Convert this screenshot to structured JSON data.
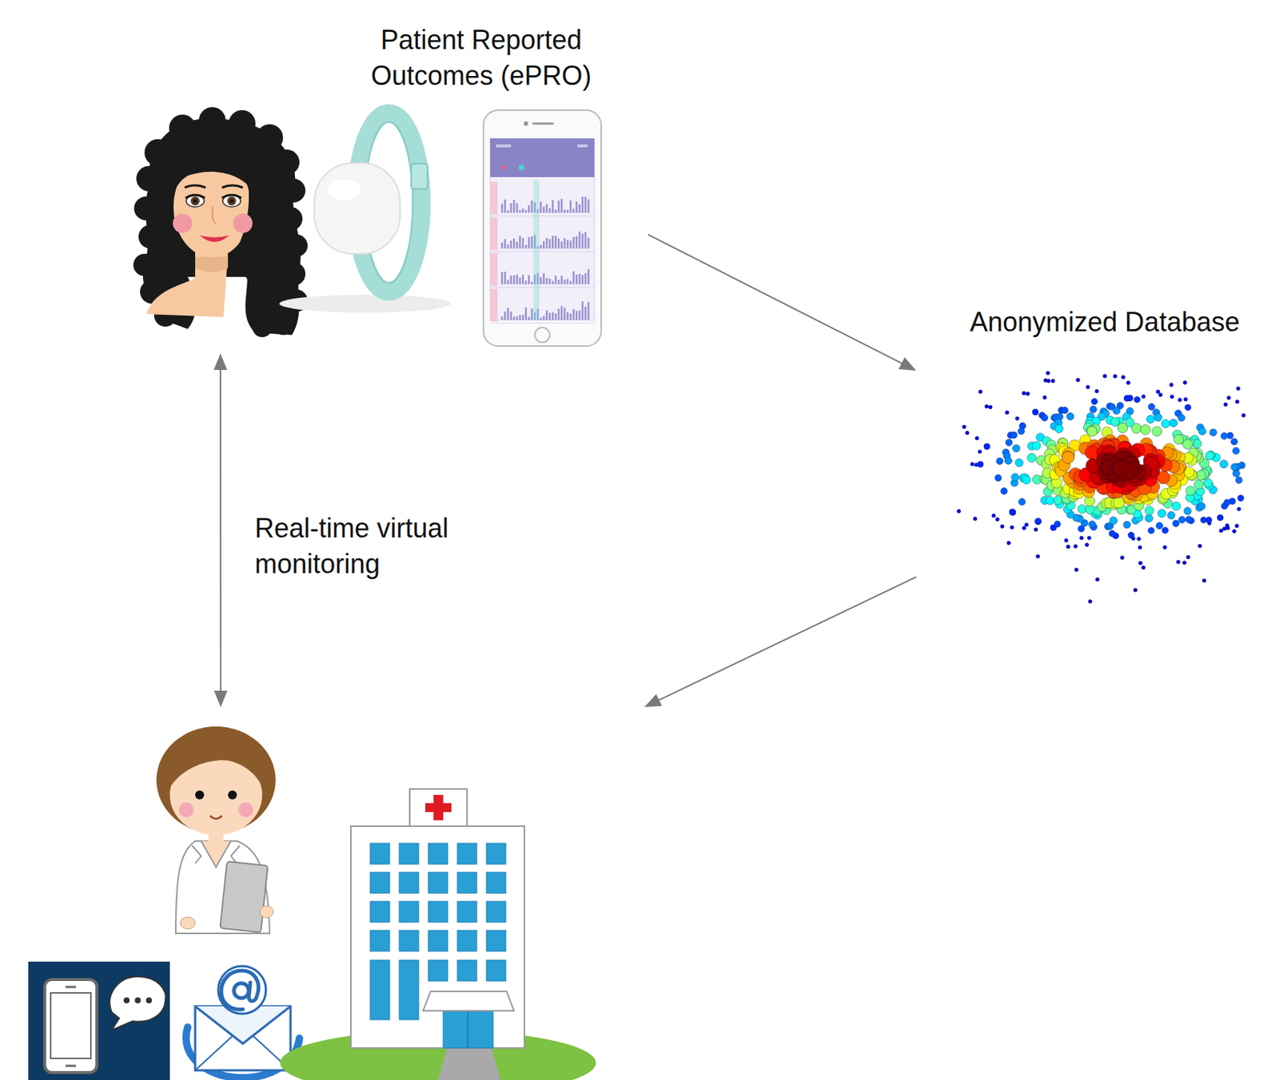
{
  "diagram": {
    "nodes": [
      {
        "text": [
          "Patient Reported Outcomes (ePRO)"
        ]
      },
      {
        "text": [
          "Anonymized Database"
        ]
      },
      {
        "text": []
      }
    ],
    "edges": [
      {
        "from": 0,
        "to": 2,
        "arrow": "both",
        "label": "Real-time virtual monitoring"
      },
      {
        "from": 0,
        "to": 1,
        "arrow": "to"
      },
      {
        "from": 1,
        "to": 2,
        "arrow": "to"
      }
    ]
  }
}
